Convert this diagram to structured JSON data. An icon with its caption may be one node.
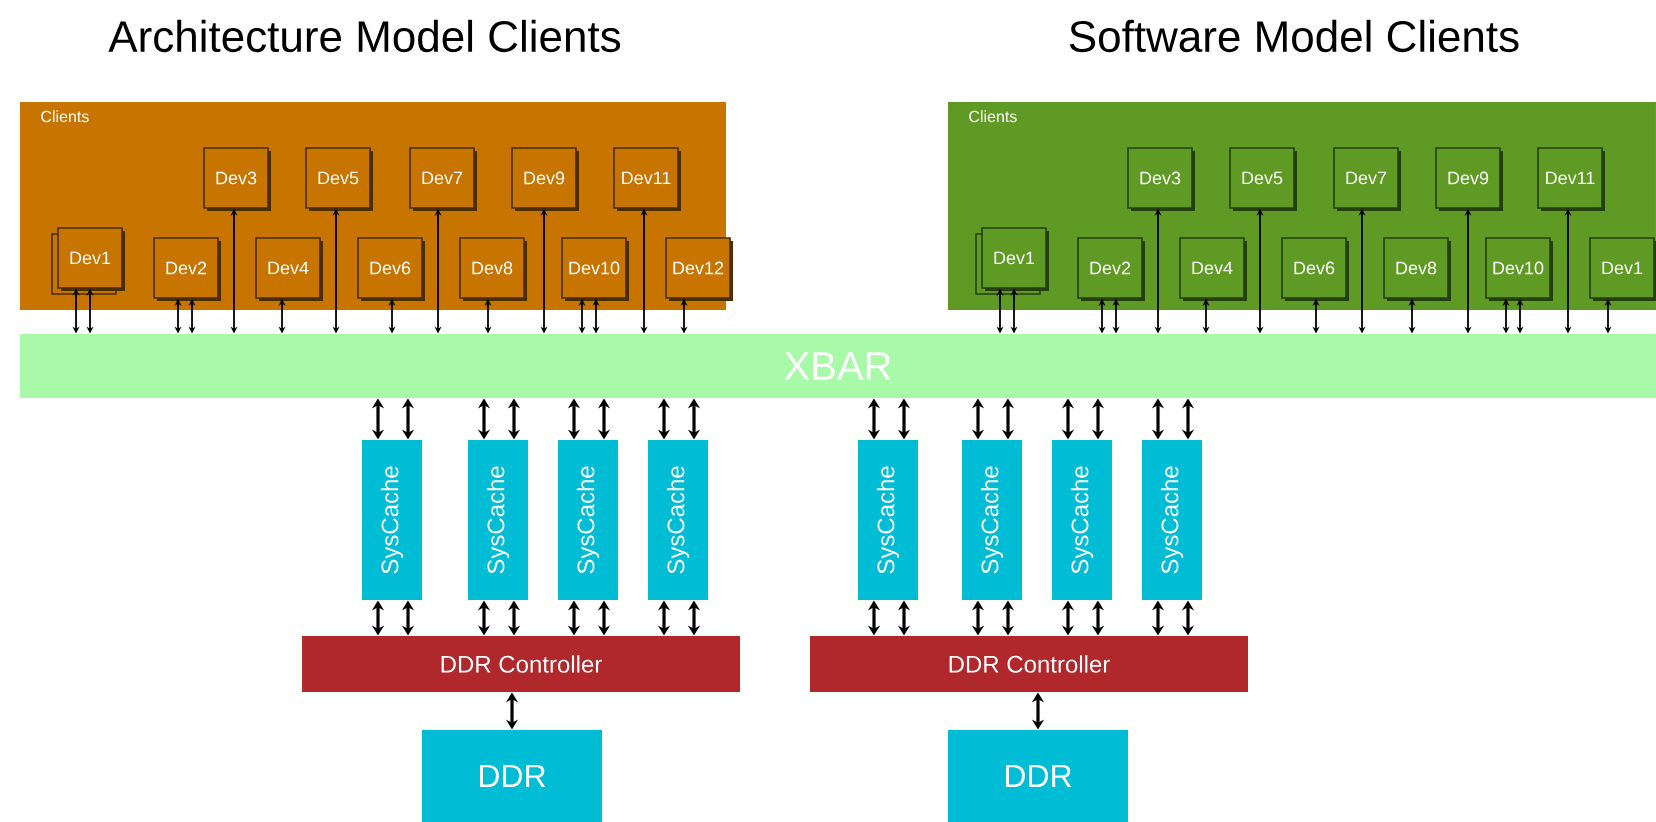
{
  "diagram": {
    "nodes": [
      {
        "text": [
          "Architecture Model Clients",
          "Clients"
        ]
      },
      {
        "text": [
          "Dev1"
        ],
        "in": 0
      },
      {
        "text": [
          "Dev2"
        ],
        "in": 0
      },
      {
        "text": [
          "Dev3"
        ],
        "in": 0
      },
      {
        "text": [
          "Dev4"
        ],
        "in": 0
      },
      {
        "text": [
          "Dev5"
        ],
        "in": 0
      },
      {
        "text": [
          "Dev6"
        ],
        "in": 0
      },
      {
        "text": [
          "Dev7"
        ],
        "in": 0
      },
      {
        "text": [
          "Dev8"
        ],
        "in": 0
      },
      {
        "text": [
          "Dev9"
        ],
        "in": 0
      },
      {
        "text": [
          "Dev10"
        ],
        "in": 0
      },
      {
        "text": [
          "Dev11"
        ],
        "in": 0
      },
      {
        "text": [
          "Dev12"
        ],
        "in": 0
      },
      {
        "text": [
          "Software Model Clients",
          "Clients"
        ]
      },
      {
        "text": [
          "Dev1"
        ],
        "in": 13
      },
      {
        "text": [
          "Dev2"
        ],
        "in": 13
      },
      {
        "text": [
          "Dev3"
        ],
        "in": 13
      },
      {
        "text": [
          "Dev4"
        ],
        "in": 13
      },
      {
        "text": [
          "Dev5"
        ],
        "in": 13
      },
      {
        "text": [
          "Dev6"
        ],
        "in": 13
      },
      {
        "text": [
          "Dev7"
        ],
        "in": 13
      },
      {
        "text": [
          "Dev8"
        ],
        "in": 13
      },
      {
        "text": [
          "Dev9"
        ],
        "in": 13
      },
      {
        "text": [
          "Dev10"
        ],
        "in": 13
      },
      {
        "text": [
          "Dev11"
        ],
        "in": 13
      },
      {
        "text": [
          "Dev1"
        ],
        "in": 13
      },
      {
        "text": [
          "XBAR"
        ]
      },
      {
        "text": [
          "SysCache"
        ]
      },
      {
        "text": [
          "SysCache"
        ]
      },
      {
        "text": [
          "SysCache"
        ]
      },
      {
        "text": [
          "SysCache"
        ]
      },
      {
        "text": [
          "DDR Controller"
        ]
      },
      {
        "text": [
          "DDR"
        ]
      },
      {
        "text": [
          "SysCache"
        ]
      },
      {
        "text": [
          "SysCache"
        ]
      },
      {
        "text": [
          "SysCache"
        ]
      },
      {
        "text": [
          "SysCache"
        ]
      },
      {
        "text": [
          "DDR Controller"
        ]
      },
      {
        "text": [
          "DDR"
        ]
      }
    ],
    "edges": [
      {
        "from": 1,
        "to": 26,
        "arrow": "both"
      },
      {
        "from": 1,
        "to": 26,
        "arrow": "both"
      },
      {
        "from": 2,
        "to": 26,
        "arrow": "both"
      },
      {
        "from": 2,
        "to": 26,
        "arrow": "both"
      },
      {
        "from": 3,
        "to": 26,
        "arrow": "both"
      },
      {
        "from": 4,
        "to": 26,
        "arrow": "both"
      },
      {
        "from": 5,
        "to": 26,
        "arrow": "both"
      },
      {
        "from": 6,
        "to": 26,
        "arrow": "both"
      },
      {
        "from": 7,
        "to": 26,
        "arrow": "both"
      },
      {
        "from": 8,
        "to": 26,
        "arrow": "both"
      },
      {
        "from": 9,
        "to": 26,
        "arrow": "both"
      },
      {
        "from": 10,
        "to": 26,
        "arrow": "both"
      },
      {
        "from": 10,
        "to": 26,
        "arrow": "both"
      },
      {
        "from": 11,
        "to": 26,
        "arrow": "both"
      },
      {
        "from": 12,
        "to": 26,
        "arrow": "both"
      },
      {
        "from": 14,
        "to": 26,
        "arrow": "both"
      },
      {
        "from": 14,
        "to": 26,
        "arrow": "both"
      },
      {
        "from": 15,
        "to": 26,
        "arrow": "both"
      },
      {
        "from": 15,
        "to": 26,
        "arrow": "both"
      },
      {
        "from": 16,
        "to": 26,
        "arrow": "both"
      },
      {
        "from": 17,
        "to": 26,
        "arrow": "both"
      },
      {
        "from": 18,
        "to": 26,
        "arrow": "both"
      },
      {
        "from": 19,
        "to": 26,
        "arrow": "both"
      },
      {
        "from": 20,
        "to": 26,
        "arrow": "both"
      },
      {
        "from": 21,
        "to": 26,
        "arrow": "both"
      },
      {
        "from": 22,
        "to": 26,
        "arrow": "both"
      },
      {
        "from": 23,
        "to": 26,
        "arrow": "both"
      },
      {
        "from": 23,
        "to": 26,
        "arrow": "both"
      },
      {
        "from": 24,
        "to": 26,
        "arrow": "both"
      },
      {
        "from": 25,
        "to": 26,
        "arrow": "both"
      },
      {
        "from": 27,
        "to": 26,
        "arrow": "both"
      },
      {
        "from": 27,
        "to": 26,
        "arrow": "both"
      },
      {
        "from": 27,
        "to": 31,
        "arrow": "both"
      },
      {
        "from": 27,
        "to": 31,
        "arrow": "both"
      },
      {
        "from": 28,
        "to": 26,
        "arrow": "both"
      },
      {
        "from": 28,
        "to": 26,
        "arrow": "both"
      },
      {
        "from": 28,
        "to": 31,
        "arrow": "both"
      },
      {
        "from": 28,
        "to": 31,
        "arrow": "both"
      },
      {
        "from": 29,
        "to": 26,
        "arrow": "both"
      },
      {
        "from": 29,
        "to": 26,
        "arrow": "both"
      },
      {
        "from": 29,
        "to": 31,
        "arrow": "both"
      },
      {
        "from": 29,
        "to": 31,
        "arrow": "both"
      },
      {
        "from": 30,
        "to": 26,
        "arrow": "both"
      },
      {
        "from": 30,
        "to": 26,
        "arrow": "both"
      },
      {
        "from": 30,
        "to": 31,
        "arrow": "both"
      },
      {
        "from": 30,
        "to": 31,
        "arrow": "both"
      },
      {
        "from": 33,
        "to": 26,
        "arrow": "both"
      },
      {
        "from": 33,
        "to": 26,
        "arrow": "both"
      },
      {
        "from": 33,
        "to": 37,
        "arrow": "both"
      },
      {
        "from": 33,
        "to": 37,
        "arrow": "both"
      },
      {
        "from": 34,
        "to": 26,
        "arrow": "both"
      },
      {
        "from": 34,
        "to": 26,
        "arrow": "both"
      },
      {
        "from": 34,
        "to": 37,
        "arrow": "both"
      },
      {
        "from": 34,
        "to": 37,
        "arrow": "both"
      },
      {
        "from": 35,
        "to": 26,
        "arrow": "both"
      },
      {
        "from": 35,
        "to": 26,
        "arrow": "both"
      },
      {
        "from": 35,
        "to": 37,
        "arrow": "both"
      },
      {
        "from": 35,
        "to": 37,
        "arrow": "both"
      },
      {
        "from": 36,
        "to": 26,
        "arrow": "both"
      },
      {
        "from": 36,
        "to": 26,
        "arrow": "both"
      },
      {
        "from": 36,
        "to": 37,
        "arrow": "both"
      },
      {
        "from": 36,
        "to": 37,
        "arrow": "both"
      },
      {
        "from": 31,
        "to": 32,
        "arrow": "both"
      },
      {
        "from": 37,
        "to": 38,
        "arrow": "both"
      }
    ]
  }
}
